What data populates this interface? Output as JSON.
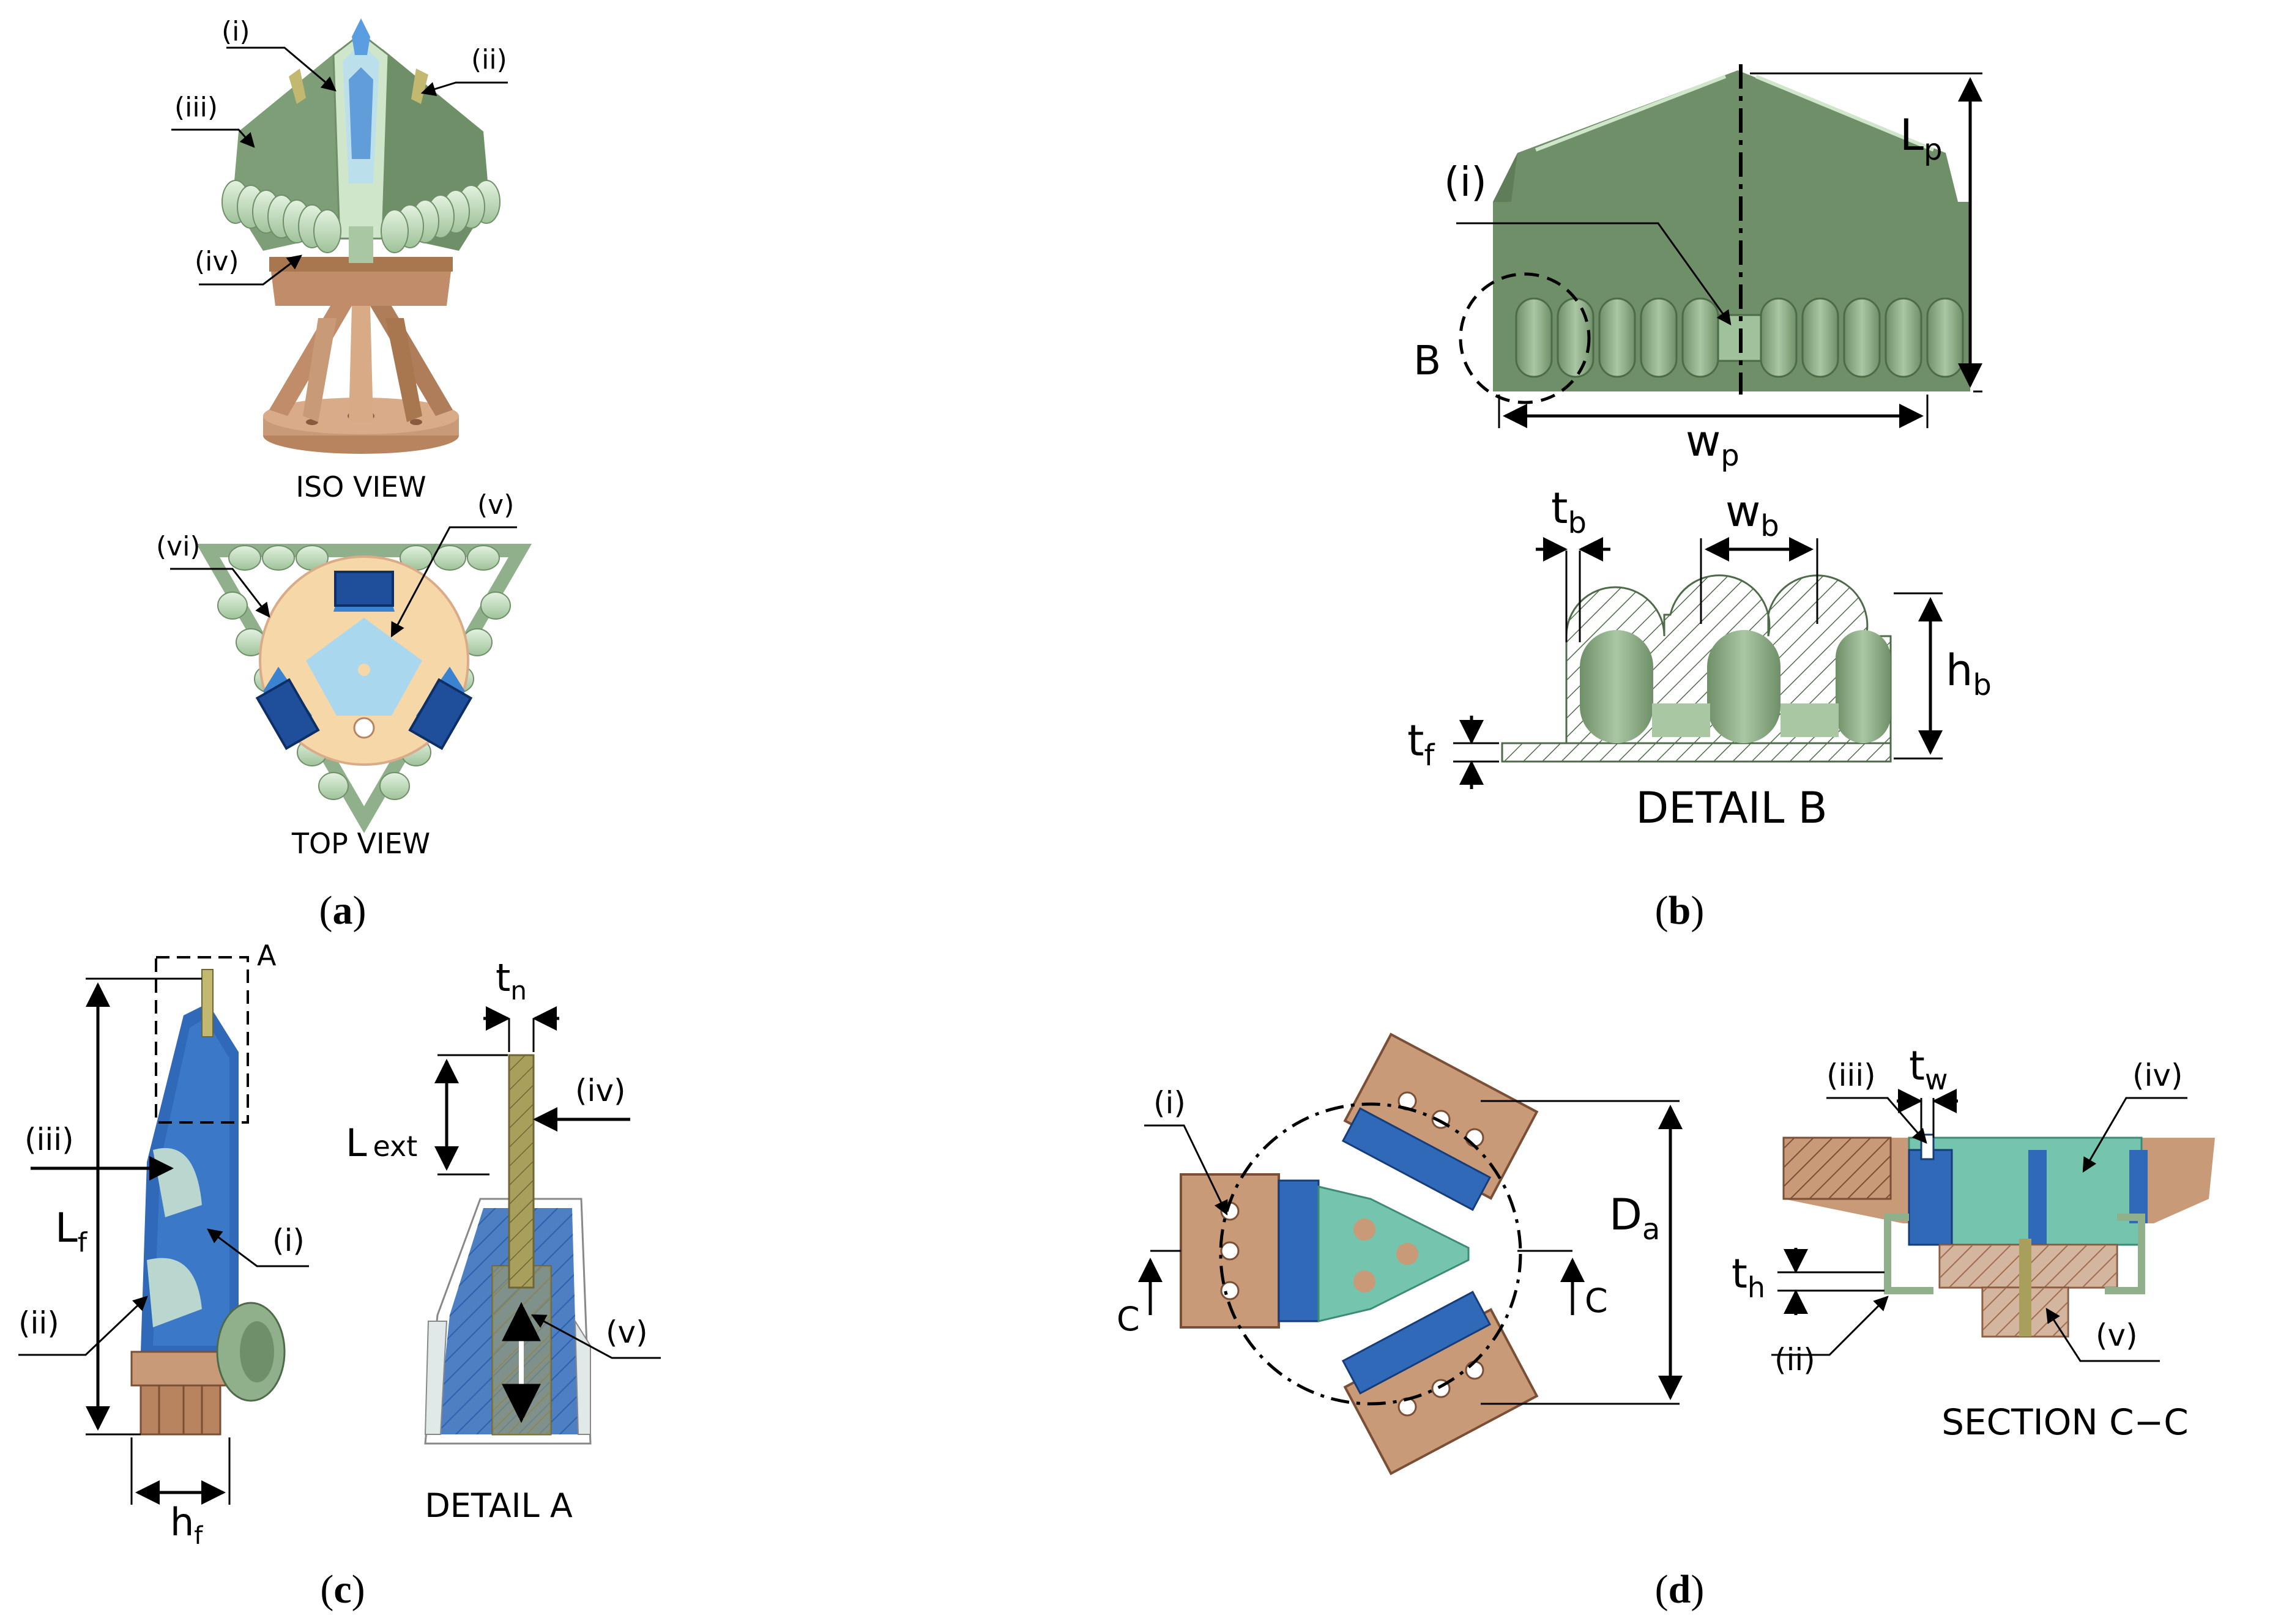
{
  "panel_a": {
    "caption_prefix": "(",
    "caption_letter": "a",
    "caption_suffix": ")",
    "iso_title": "ISO VIEW",
    "top_title": "TOP VIEW",
    "labels": {
      "i": "(i)",
      "ii": "(ii)",
      "iii": "(iii)",
      "iv": "(iv)",
      "v": "(v)",
      "vi": "(vi)"
    }
  },
  "panel_b": {
    "caption_prefix": "(",
    "caption_letter": "b",
    "caption_suffix": ")",
    "label_i": "(i)",
    "label_B": "B",
    "Lp": {
      "main": "L",
      "sub": "p"
    },
    "wp": {
      "main": "w",
      "sub": "p"
    },
    "tb": {
      "main": "t",
      "sub": "b"
    },
    "wb": {
      "main": "w",
      "sub": "b"
    },
    "hb": {
      "main": "h",
      "sub": "b"
    },
    "tf": {
      "main": "t",
      "sub": "f"
    },
    "detail_title": "DETAIL  B"
  },
  "panel_c": {
    "caption_prefix": "(",
    "caption_letter": "c",
    "caption_suffix": ")",
    "label_A": "A",
    "labels": {
      "i": "(i)",
      "ii": "(ii)",
      "iii": "(iii)",
      "iv": "(iv)",
      "v": "(v)"
    },
    "Lf": {
      "main": "L",
      "sub": "f"
    },
    "hf": {
      "main": "h",
      "sub": "f"
    },
    "tn": {
      "main": "t",
      "sub": "n"
    },
    "Lext": {
      "main": "L",
      "sub": "ext"
    },
    "detail_title": "DETAIL A"
  },
  "panel_d": {
    "caption_prefix": "(",
    "caption_letter": "d",
    "caption_suffix": ")",
    "labels": {
      "i": "(i)",
      "ii": "(ii)",
      "iii": "(iii)",
      "iv": "(iv)",
      "v": "(v)"
    },
    "section_mark": "C",
    "Da": {
      "main": "D",
      "sub": "a"
    },
    "tw": {
      "main": "t",
      "sub": "w"
    },
    "th": {
      "main": "t",
      "sub": "h"
    },
    "section_title": "SECTION C−C"
  },
  "colors": {
    "green_dark": "#6f8f68",
    "green_mid": "#8fb08a",
    "green_light": "#cfe6cb",
    "copper": "#c99a78",
    "copper_dark": "#9b6a4d",
    "blue": "#2f69b8",
    "blue_dark": "#1f4f9a",
    "teal": "#74c4ae",
    "olive": "#a99f5c",
    "cream": "#f6d7a8"
  }
}
